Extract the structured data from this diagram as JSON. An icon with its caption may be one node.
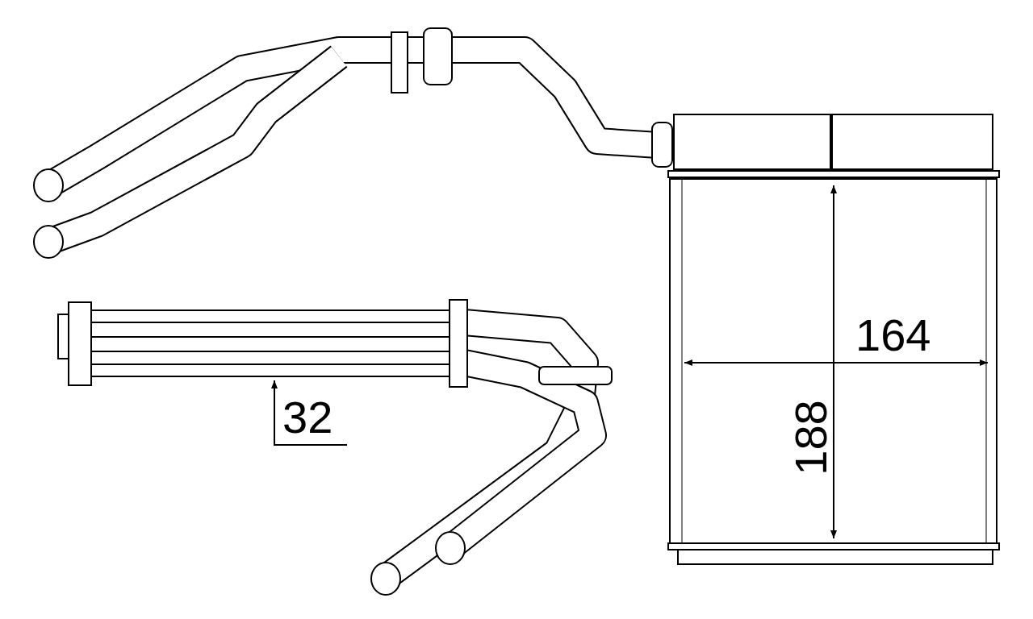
{
  "diagram": {
    "labels": [
      "164",
      "188",
      "32"
    ]
  }
}
